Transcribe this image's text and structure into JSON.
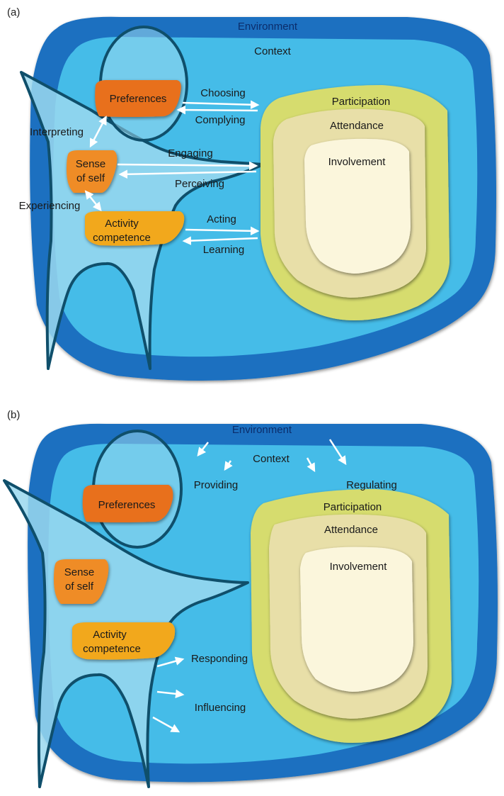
{
  "panels": [
    {
      "id": "a",
      "label": "(a)",
      "environment": "Environment",
      "context": "Context",
      "boxes": {
        "preferences": "Preferences",
        "sense_line1": "Sense",
        "sense_line2": "of self",
        "activity_line1": "Activity",
        "activity_line2": "competence"
      },
      "rings": {
        "participation": "Participation",
        "attendance": "Attendance",
        "involvement": "Involvement"
      },
      "processes": {
        "choosing": "Choosing",
        "complying": "Complying",
        "engaging": "Engaging",
        "perceiving": "Perceiving",
        "acting": "Acting",
        "learning": "Learning",
        "interpreting": "Interpreting",
        "experiencing": "Experiencing"
      }
    },
    {
      "id": "b",
      "label": "(b)",
      "environment": "Environment",
      "context": "Context",
      "boxes": {
        "preferences": "Preferences",
        "sense_line1": "Sense",
        "sense_line2": "of self",
        "activity_line1": "Activity",
        "activity_line2": "competence"
      },
      "rings": {
        "participation": "Participation",
        "attendance": "Attendance",
        "involvement": "Involvement"
      },
      "processes": {
        "providing": "Providing",
        "regulating": "Regulating",
        "responding": "Responding",
        "influencing": "Influencing"
      }
    }
  ],
  "colors": {
    "environment": "#1a6fc0",
    "context": "#45bce8",
    "person": "#9ad8ef",
    "outline": "#0f4f6b",
    "participation": "#d6dc6e",
    "attendance": "#e8dfa8",
    "involvement": "#fbf6dc",
    "preferences": "#e8701f",
    "sense": "#ef8c26",
    "activity": "#f2a81e",
    "arrow": "#ffffff"
  }
}
